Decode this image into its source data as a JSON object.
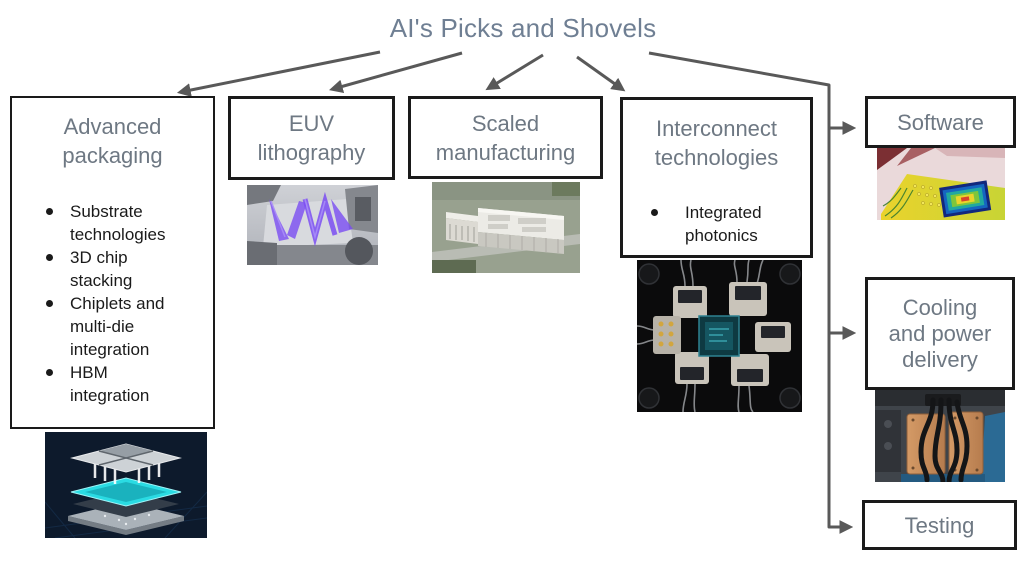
{
  "title": "AI's Picks and Shovels",
  "colors": {
    "background": "#ffffff",
    "title_text": "#6f7f93",
    "heading_text": "#6e7883",
    "bullet_text": "#1a1a1a",
    "arrow": "#595959",
    "box_border": "#1a1a1a"
  },
  "boxes": {
    "advanced_packaging": {
      "heading": "Advanced packaging",
      "heading_lines": [
        "Advanced",
        "packaging"
      ],
      "bullets": [
        {
          "text": "Substrate technologies",
          "lines": [
            "Substrate",
            "technologies"
          ]
        },
        {
          "text": "3D chip stacking",
          "lines": [
            "3D chip",
            "stacking"
          ]
        },
        {
          "text": "Chiplets and multi-die integration",
          "lines": [
            "Chiplets and",
            "multi-die",
            "integration"
          ]
        },
        {
          "text": "HBM integration",
          "lines": [
            "HBM",
            "integration"
          ]
        }
      ],
      "image": "3d-stacked-chip-render"
    },
    "euv_lithography": {
      "heading": "EUV lithography",
      "heading_lines": [
        "EUV",
        "lithography"
      ],
      "image": "euv-light-source-photo"
    },
    "scaled_manufacturing": {
      "heading": "Scaled manufacturing",
      "heading_lines": [
        "Scaled",
        "manufacturing"
      ],
      "image": "fab-aerial-photo"
    },
    "interconnect": {
      "heading": "Interconnect technologies",
      "heading_lines": [
        "Interconnect",
        "technologies"
      ],
      "bullets": [
        {
          "text": "Integrated photonics",
          "lines": [
            "Integrated",
            "photonics"
          ]
        }
      ],
      "image": "photonics-chip-package-photo"
    },
    "software": {
      "heading": "Software",
      "image": "chip-thermal-simulation-render"
    },
    "cooling": {
      "heading": "Cooling and power delivery",
      "heading_lines": [
        "Cooling",
        "and power",
        "delivery"
      ],
      "image": "copper-coldplate-cooling-photo"
    },
    "testing": {
      "heading": "Testing"
    }
  }
}
